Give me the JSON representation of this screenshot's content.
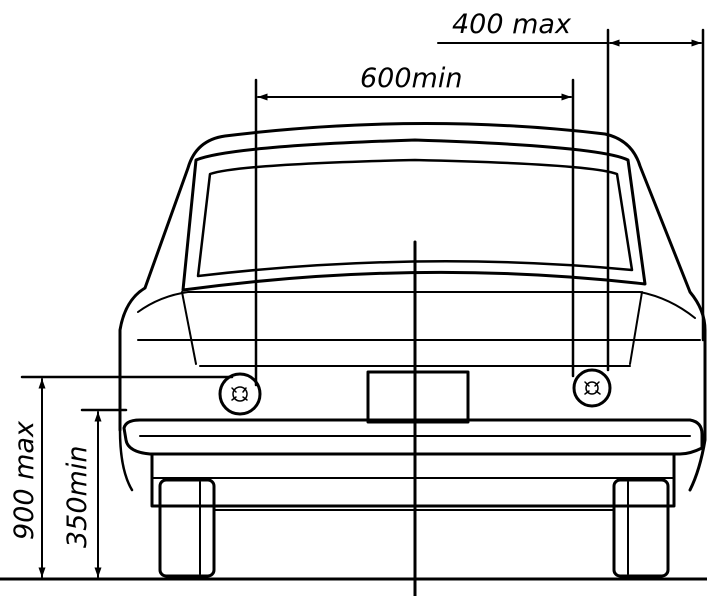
{
  "dimensions": {
    "lamp_spacing_label": "600min",
    "edge_offset_label": "400 max",
    "max_height_label": "900 max",
    "min_height_label": "350min"
  }
}
